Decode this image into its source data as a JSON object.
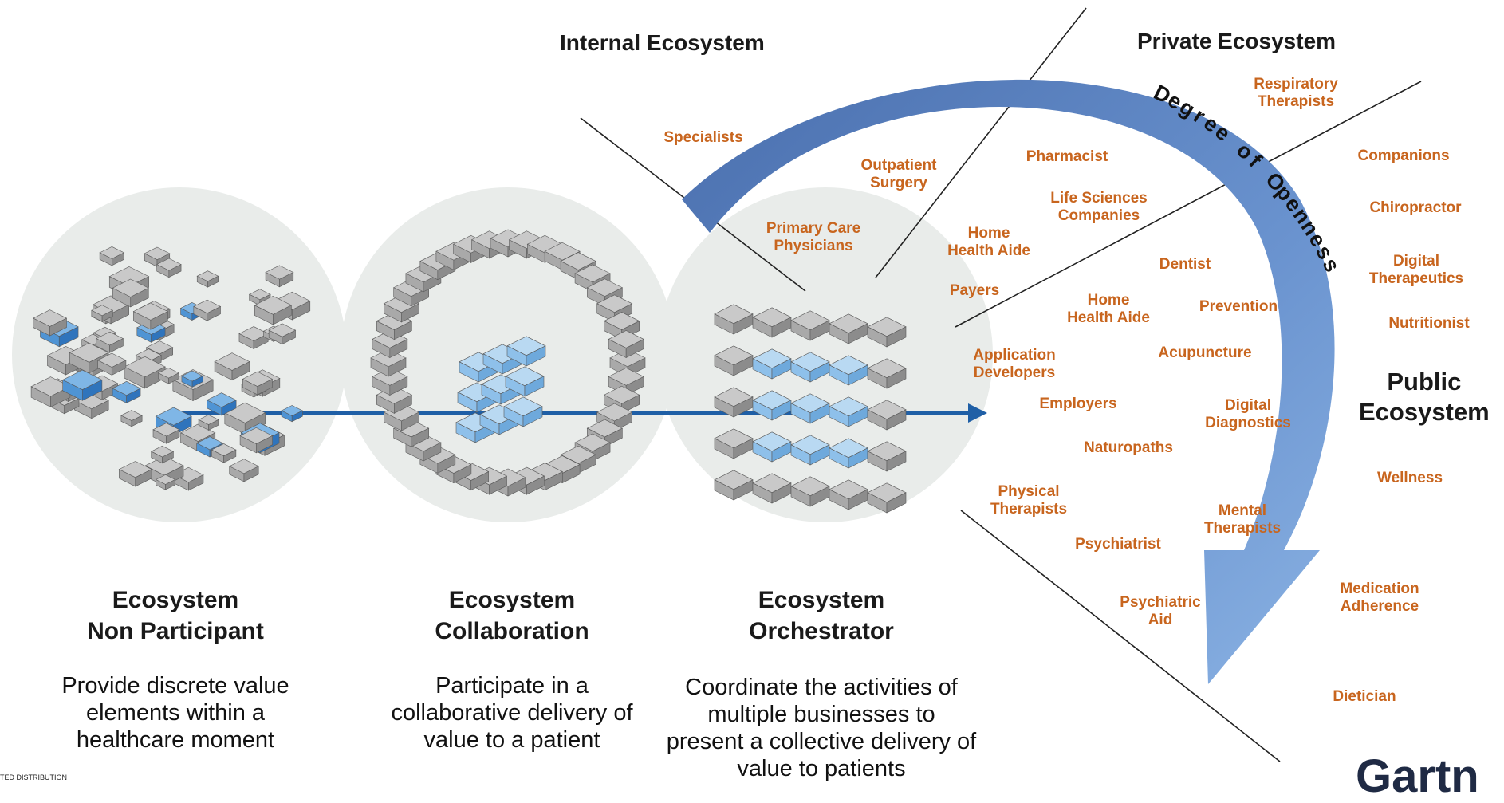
{
  "zones": {
    "internal": "Internal Ecosystem",
    "private": "Private Ecosystem",
    "public_line1": "Public",
    "public_line2": "Ecosystem"
  },
  "arrow_label": "Degree of Openness",
  "stages": [
    {
      "title_line1": "Ecosystem",
      "title_line2": "Non Participant",
      "desc": [
        "Provide discrete value",
        "elements within a",
        "healthcare moment"
      ]
    },
    {
      "title_line1": "Ecosystem",
      "title_line2": "Collaboration",
      "desc": [
        "Participate in a",
        "collaborative delivery of",
        "value to a patient"
      ]
    },
    {
      "title_line1": "Ecosystem",
      "title_line2": "Orchestrator",
      "desc": [
        "Coordinate the activities of",
        "multiple businesses to",
        "present a collective delivery of",
        "value to patients"
      ]
    }
  ],
  "actors": {
    "internal": [
      [
        "Specialists"
      ],
      [
        "Outpatient",
        "Surgery"
      ],
      [
        "Primary Care",
        "Physicians"
      ]
    ],
    "private": [
      [
        "Respiratory",
        "Therapists"
      ],
      [
        "Pharmacist"
      ],
      [
        "Life Sciences",
        "Companies"
      ],
      [
        "Home",
        "Health Aide"
      ],
      [
        "Payers"
      ]
    ],
    "public_inner": [
      [
        "Dentist"
      ],
      [
        "Home",
        "Health Aide"
      ],
      [
        "Prevention"
      ],
      [
        "Application",
        "Developers"
      ],
      [
        "Acupuncture"
      ],
      [
        "Employers"
      ],
      [
        "Digital",
        "Diagnostics"
      ],
      [
        "Naturopaths"
      ],
      [
        "Physical",
        "Therapists"
      ],
      [
        "Mental",
        "Therapists"
      ],
      [
        "Psychiatrist"
      ],
      [
        "Psychiatric",
        "Aid"
      ]
    ],
    "public_outer": [
      [
        "Companions"
      ],
      [
        "Chiropractor"
      ],
      [
        "Digital",
        "Therapeutics"
      ],
      [
        "Nutritionist"
      ],
      [
        "Wellness"
      ],
      [
        "Medication",
        "Adherence"
      ],
      [
        "Dietician"
      ]
    ]
  },
  "footer_text": "TED DISTRIBUTION",
  "logo_text": "Gartn",
  "colors": {
    "actor_text": "#c8651e",
    "arrow": "#4f77b4",
    "cube_gray": "#9a9a9a",
    "cube_blue": "#3a86c8",
    "connector": "#1f5fa6"
  }
}
